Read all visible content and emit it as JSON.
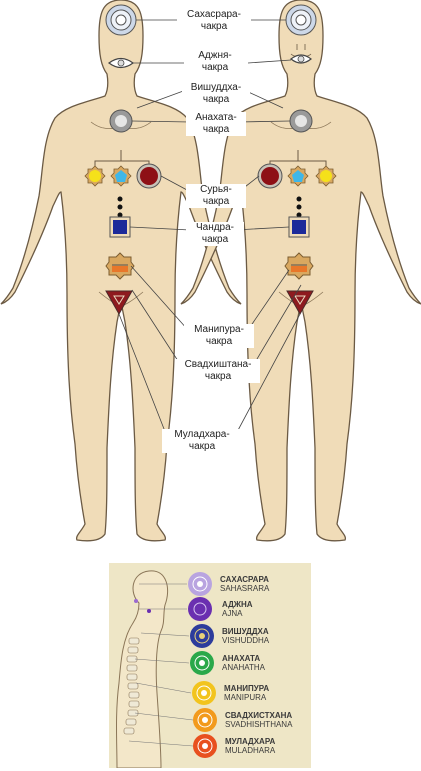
{
  "chakras_ru": [
    {
      "line1": "Сахасрара-",
      "line2": "чакра"
    },
    {
      "line1": "Аджня-",
      "line2": "чакра"
    },
    {
      "line1": "Вишуддха-",
      "line2": "чакра"
    },
    {
      "line1": "Анахата-",
      "line2": "чакра"
    },
    {
      "line1": "Сурья-",
      "line2": "чакра"
    },
    {
      "line1": "Чандра-",
      "line2": "чакра"
    },
    {
      "line1": "Манипура-",
      "line2": "чакра"
    },
    {
      "line1": "Свадхиштана-",
      "line2": "чакра"
    },
    {
      "line1": "Муладхара-",
      "line2": "чакра"
    }
  ],
  "chakras_panel": [
    {
      "ru": "САХАСРАРА",
      "en": "SAHASRARA",
      "color": "#b9a4e0"
    },
    {
      "ru": "АДЖНА",
      "en": "AJNA",
      "color": "#6a2fb0"
    },
    {
      "ru": "ВИШУДДХА",
      "en": "VISHUDDHA",
      "color": "#2d3c9c"
    },
    {
      "ru": "АНАХАТА",
      "en": "ANAHATHA",
      "color": "#2aa84a"
    },
    {
      "ru": "МАНИПУРА",
      "en": "MANIPURA",
      "color": "#f2c41e"
    },
    {
      "ru": "СВАДХИСТХАНА",
      "en": "SVADHISHTHANA",
      "color": "#f29a1c"
    },
    {
      "ru": "МУЛАДХАРА",
      "en": "MULADHARA",
      "color": "#e8501e"
    }
  ],
  "colors": {
    "skin": "#f0dcb8",
    "outline": "#6b5a44",
    "surya": "#8e1016",
    "anahata_small": "#3fb7e8",
    "yellow": "#f5e11a",
    "square": "#1c2a9a",
    "manipura": "#e8772a",
    "muladhara": "#8e1a1f",
    "panel_bg": "#eee6c6"
  }
}
